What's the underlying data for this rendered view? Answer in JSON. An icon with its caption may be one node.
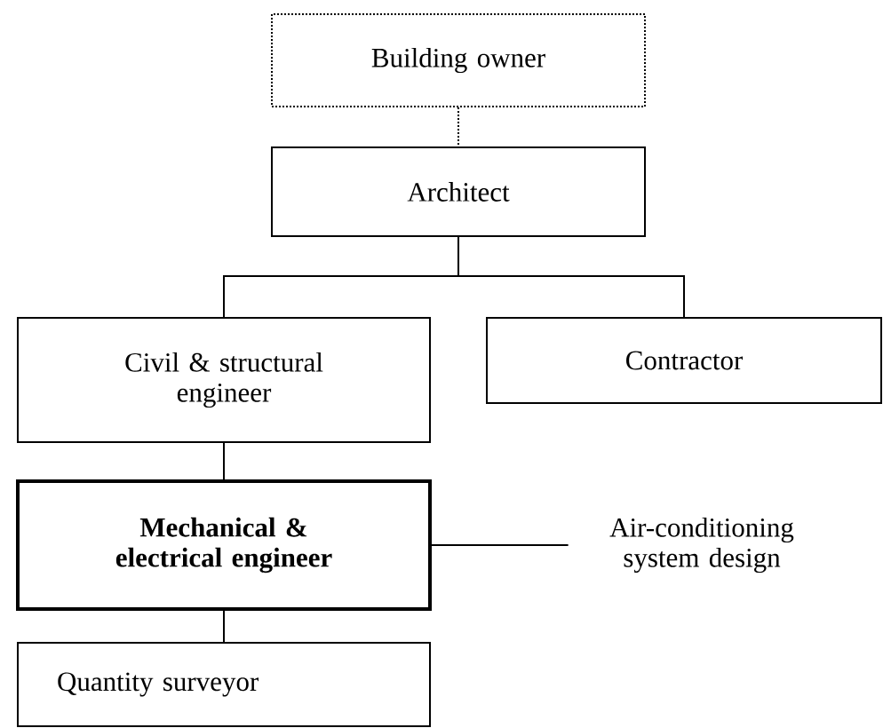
{
  "diagram": {
    "nodes": [
      {
        "text": [
          "Building owner"
        ]
      },
      {
        "text": [
          "Architect"
        ]
      },
      {
        "text": [
          "Civil & structural engineer"
        ]
      },
      {
        "text": [
          "Contractor"
        ]
      },
      {
        "text": [
          "Mechanical & electrical engineer"
        ]
      },
      {
        "text": [
          "Air-conditioning system design"
        ]
      },
      {
        "text": [
          "Quantity surveyor"
        ]
      }
    ],
    "edges": [
      {
        "from": 0,
        "to": 1,
        "arrow": "none",
        "style": "dashed"
      },
      {
        "from": 1,
        "to": 2,
        "arrow": "none"
      },
      {
        "from": 1,
        "to": 3,
        "arrow": "none"
      },
      {
        "from": 2,
        "to": 4,
        "arrow": "none"
      },
      {
        "from": 4,
        "to": 5,
        "arrow": "none"
      },
      {
        "from": 4,
        "to": 6,
        "arrow": "none"
      }
    ]
  }
}
